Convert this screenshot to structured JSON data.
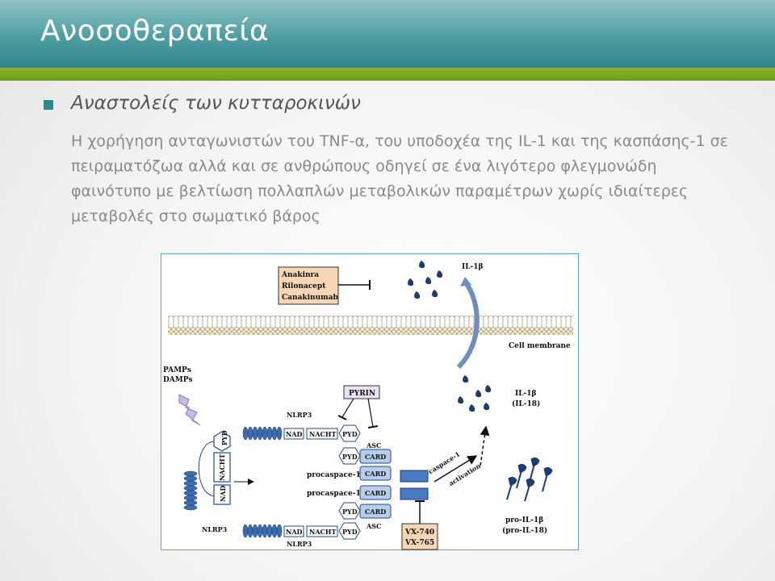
{
  "slide": {
    "title": "Ανοσοθεραπεία",
    "heading": "Αναστολείς των κυτταροκινών",
    "body": "Η χορήγηση ανταγωνιστών του TNF-α, του υποδοχέα της IL-1 και της κασπάσης-1 σε πειραματόζωα αλλά και σε ανθρώπους οδηγεί σε ένα λιγότερο φλεγμονώδη φαινότυπο με βελτίωση πολλαπλών μεταβολικών παραμέτρων χωρίς ιδιαίτερες μεταβολές στο σωματικό βάρος"
  },
  "figure": {
    "inhibitors": [
      "Anakinra",
      "Rilonacept",
      "Canakinumab"
    ],
    "il1b_top": "IL-1β",
    "cell_membrane": "Cell membrane",
    "pamps": "PAMPs",
    "damps": "DAMPs",
    "pyrin": "PYRIN",
    "nlrp3": "NLRP3",
    "nad": "NAD",
    "nacht": "NACHT",
    "pyd": "PYD",
    "card": "CARD",
    "asc": "ASC",
    "procaspace": "procaspace-1",
    "caspace": "caspace-1",
    "activation": "activation",
    "il1b_mid": "IL-1β",
    "il18_mid": "(IL-18)",
    "pro_il1b": "pro-IL-1β",
    "pro_il18": "(pro-IL-18)",
    "vx740": "VX-740",
    "vx765": "VX-765"
  },
  "colors": {
    "title_bar": "#4e9ea1",
    "accent_green": "#7aa61e",
    "bullet": "#2c8a8d",
    "orange_box": "#f6d6b4",
    "domain_blue": "#b7cdea",
    "dark_navy": "#1f3c6e"
  }
}
